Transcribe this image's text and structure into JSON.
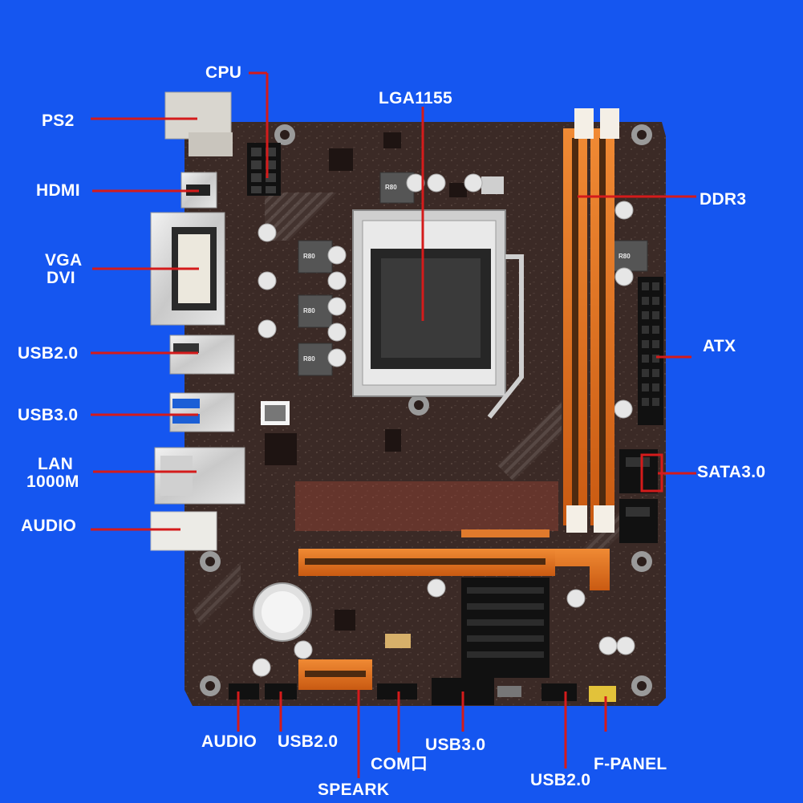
{
  "image": {
    "subject": "micro-ATX motherboard product photo with callout labels",
    "background_color": "#1556f0",
    "board_color": "#3a2a25",
    "slot_color": "#e4731f",
    "callout_line_color": "#d41b1b"
  },
  "labels": {
    "cpu": "CPU",
    "lga": "LGA1155",
    "ps2": "PS2",
    "hdmi": "HDMI",
    "vga": "VGA",
    "dvi": "DVI",
    "usb2_rear": "USB2.0",
    "usb3_rear": "USB3.0",
    "lan1": "LAN",
    "lan2": "1000M",
    "audio_rear": "AUDIO",
    "ddr3": "DDR3",
    "atx": "ATX",
    "sata": "SATA3.0",
    "audio_bottom": "AUDIO",
    "usb2_bottom": "USB2.0",
    "spearker": "SPEARK",
    "com": "COM口",
    "usb3_bottom": "USB3.0",
    "usb2_bottom2": "USB2.0",
    "fpanel": "F-PANEL"
  },
  "board_markings": {
    "vrm_choke": "R80"
  }
}
